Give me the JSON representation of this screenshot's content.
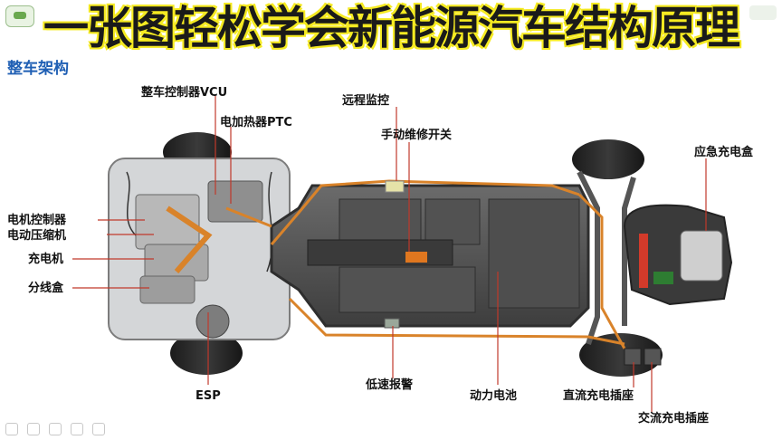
{
  "banner": {
    "title": "一张图轻松学会新能源汽车结构原理"
  },
  "subtitle": "整车架构",
  "labels": {
    "vcu": "整车控制器VCU",
    "ptc": "电加热器PTC",
    "remote_monitor": "远程监控",
    "manual_switch": "手动维修开关",
    "emergency_box": "应急充电盒",
    "motor_controller": "电机控制器",
    "compressor": "电动压缩机",
    "charger": "充电机",
    "junction_box": "分线盒",
    "esp": "ESP",
    "low_speed_alarm": "低速报警",
    "battery": "动力电池",
    "dc_port": "直流充电插座",
    "ac_port": "交流充电插座"
  },
  "icons": [
    "app-logo-icon",
    "slide-nav-icons"
  ],
  "colors": {
    "title_glow": "#f5ea22",
    "subtitle": "#1f5fb4",
    "harness": "#d9832a",
    "leader": "#c0392b"
  }
}
